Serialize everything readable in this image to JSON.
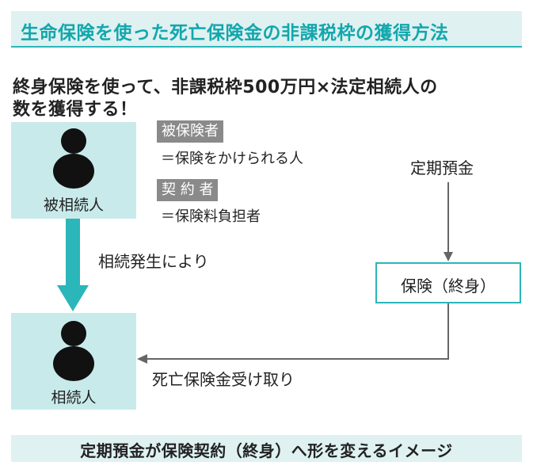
{
  "title": "生命保険を使った死亡保険金の非課税枠の獲得方法",
  "headline_lines": [
    "終身保険を使って、非課税枠500万円×法定相続人の",
    "数を獲得する！"
  ],
  "decedent_label": "被相続人",
  "heir_label": "相続人",
  "insured_tag": "被保険者",
  "insured_def": "＝保険をかけられる人",
  "contractor_tag": "契 約 者",
  "contractor_def": "＝保険料負担者",
  "inheritance_label": "相続発生により",
  "deposit_label": "定期預金",
  "insurance_label": "保険（終身）",
  "payout_label": "死亡保険金受け取り",
  "caption": "定期預金が保険契約（終身）へ形を変えるイメージ",
  "colors": {
    "teal": "#2bb6b9",
    "teal_text": "#12a7ad",
    "light_teal": "#c9eaea",
    "title_bg": "#dff1f1",
    "tag_gray": "#8a8a8a",
    "arrow_gray": "#666666"
  },
  "icons": [
    "person-silhouette-icon",
    "arrow-down-icon",
    "arrow-left-icon"
  ]
}
